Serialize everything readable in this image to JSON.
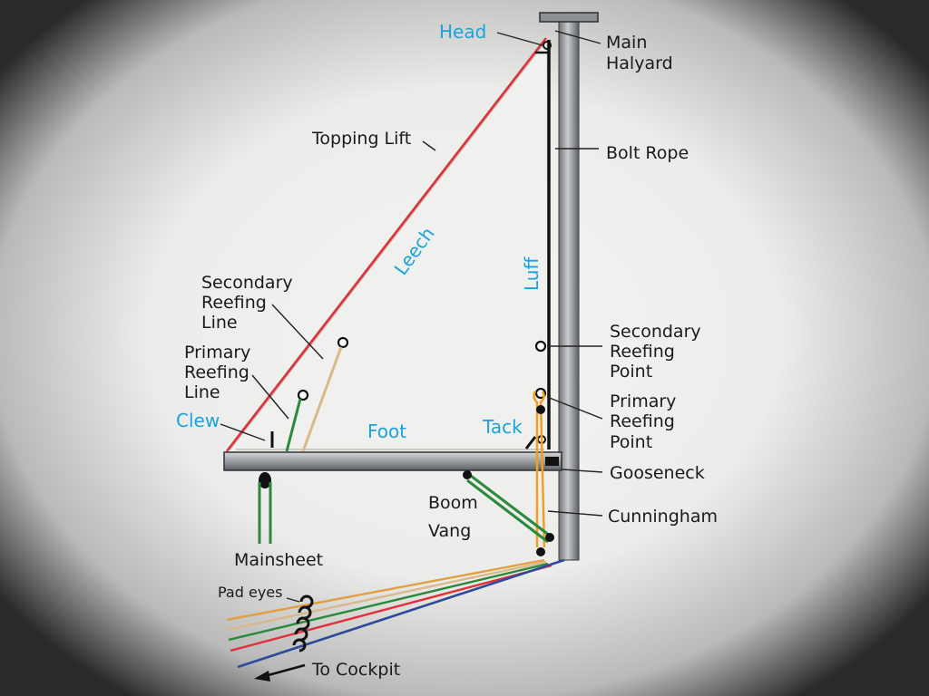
{
  "labels": {
    "head": "Head",
    "main_halyard": [
      "Main",
      "Halyard"
    ],
    "topping_lift": "Topping Lift",
    "bolt_rope": "Bolt Rope",
    "leech": "Leech",
    "luff": "Luff",
    "secondary_reefing_line": [
      "Secondary",
      "Reefing",
      "Line"
    ],
    "primary_reefing_line": [
      "Primary",
      "Reefing",
      "Line"
    ],
    "clew": "Clew",
    "foot": "Foot",
    "tack": "Tack",
    "secondary_reefing_point": [
      "Secondary",
      "Reefing",
      "Point"
    ],
    "primary_reefing_point": [
      "Primary",
      "Reefing",
      "Point"
    ],
    "gooseneck": "Gooseneck",
    "boom_vang": [
      "Boom",
      "Vang"
    ],
    "cunningham": "Cunningham",
    "mainsheet": "Mainsheet",
    "pad_eyes": "Pad eyes",
    "to_cockpit": "To Cockpit"
  },
  "colors": {
    "blue_label": "#1aa3dd",
    "topping_lift_line": "#e0303a",
    "cunningham_line": "#f0a020",
    "reefing_line_green": "#2a8a3a",
    "secondary_reef_line": "#d9b98a",
    "cockpit_line_blue": "#2d4a9a",
    "spar_gray": "#8c8f94"
  }
}
